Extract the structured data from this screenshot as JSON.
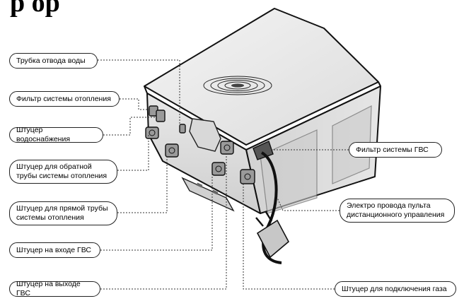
{
  "title": "р ор",
  "callouts": [
    {
      "id": "drain-pipe",
      "text": "Трубка отвода воды"
    },
    {
      "id": "heating-filter",
      "text": "Фильтр системы отопления"
    },
    {
      "id": "water-supply-fitting",
      "text": "Штуцер водоснабжения"
    },
    {
      "id": "heating-return-fitting",
      "text": "Штуцер для обратной трубы системы отопления"
    },
    {
      "id": "heating-supply-fitting",
      "text": "Штуцер для прямой трубы системы отопления"
    },
    {
      "id": "dhw-inlet-fitting",
      "text": "Штуцер на входе ГВС"
    },
    {
      "id": "dhw-outlet-fitting",
      "text": "Штуцер на выходе ГВС"
    },
    {
      "id": "dhw-filter",
      "text": "Фильтр системы ГВС"
    },
    {
      "id": "remote-control-wires",
      "text": "Электро провода пульта дистанционного управления"
    },
    {
      "id": "gas-connection-fitting",
      "text": "Штуцер для подключения газа"
    }
  ]
}
